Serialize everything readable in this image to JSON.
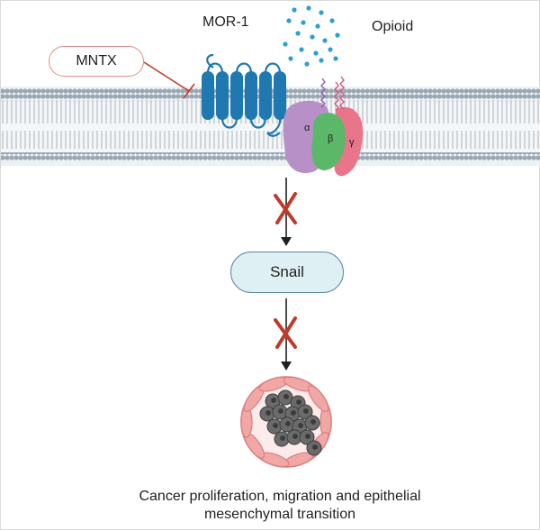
{
  "labels": {
    "receptor": "MOR-1",
    "ligand": "Opioid",
    "antagonist": "MNTX",
    "target": "Snail",
    "alpha": "α",
    "beta": "β",
    "gamma": "γ"
  },
  "caption": {
    "line1": "Cancer proliferation, migration and epithelial",
    "line2": "mesenchymal transition"
  },
  "colors": {
    "membrane": "#9aa7b3",
    "receptor": "#1f78b0",
    "opioid_dots": "#2a9fd6",
    "alpha_subunit": "#b690c6",
    "beta_subunit": "#5cb869",
    "gamma_subunit": "#e8758a",
    "inhibition": "#c0392b",
    "snail_fill": "#dff0f4",
    "snail_border": "#5a8a9c",
    "vessel": "#f2a7a7",
    "cells": "#6b6b6b"
  }
}
